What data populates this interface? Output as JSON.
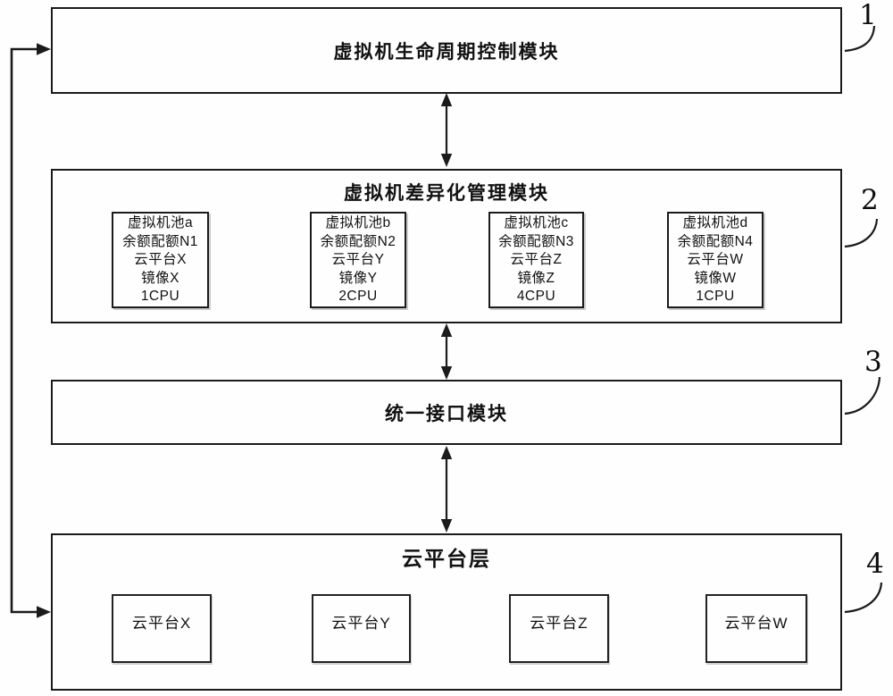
{
  "diagram": {
    "modules": [
      {
        "id": "vm-lifecycle-control",
        "ref": "1",
        "title": "虚拟机生命周期控制模块"
      },
      {
        "id": "vm-differentiation-management",
        "ref": "2",
        "title": "虚拟机差异化管理模块",
        "pools": [
          {
            "lines": [
              "虚拟机池a",
              "余额配额N1",
              "云平台X",
              "镜像X",
              "1CPU"
            ]
          },
          {
            "lines": [
              "虚拟机池b",
              "余额配额N2",
              "云平台Y",
              "镜像Y",
              "2CPU"
            ]
          },
          {
            "lines": [
              "虚拟机池c",
              "余额配额N3",
              "云平台Z",
              "镜像Z",
              "4CPU"
            ]
          },
          {
            "lines": [
              "虚拟机池d",
              "余额配额N4",
              "云平台W",
              "镜像W",
              "1CPU"
            ]
          }
        ]
      },
      {
        "id": "unified-interface",
        "ref": "3",
        "title": "统一接口模块"
      },
      {
        "id": "cloud-platform-layer",
        "ref": "4",
        "title": "云平台层",
        "platforms": [
          "云平台X",
          "云平台Y",
          "云平台Z",
          "云平台W"
        ]
      }
    ],
    "colors": {
      "line": "#1b1b1b",
      "background": "#fefefe"
    }
  }
}
